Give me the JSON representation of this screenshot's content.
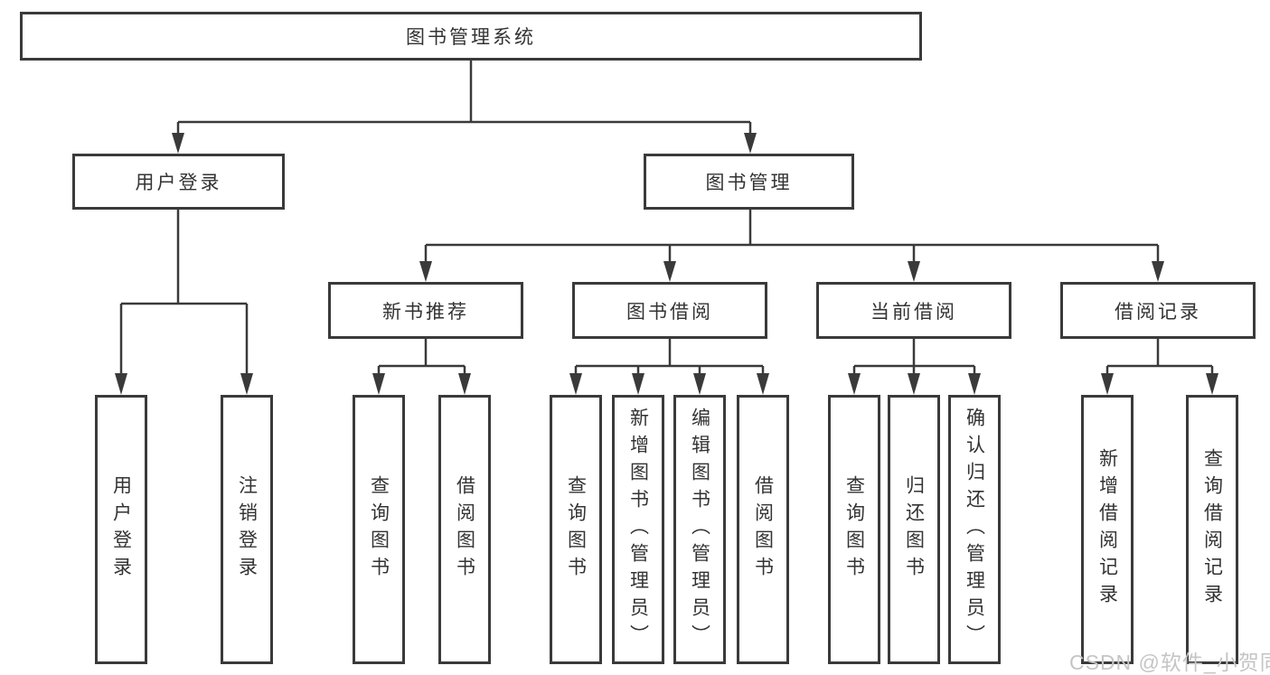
{
  "diagram": {
    "root": {
      "label": "图书管理系统"
    },
    "level2": [
      {
        "label": "用户登录"
      },
      {
        "label": "图书管理"
      }
    ],
    "login_children": [
      {
        "label": "用户登录"
      },
      {
        "label": "注销登录"
      }
    ],
    "level3": [
      {
        "label": "新书推荐"
      },
      {
        "label": "图书借阅"
      },
      {
        "label": "当前借阅"
      },
      {
        "label": "借阅记录"
      }
    ],
    "new_book_children": [
      {
        "label": "查询图书"
      },
      {
        "label": "借阅图书"
      }
    ],
    "borrow_children": [
      {
        "label": "查询图书"
      },
      {
        "label": "新增图书（管理员）"
      },
      {
        "label": "编辑图书（管理员）"
      },
      {
        "label": "借阅图书"
      }
    ],
    "current_children": [
      {
        "label": "查询图书"
      },
      {
        "label": "归还图书"
      },
      {
        "label": "确认归还（管理员）"
      }
    ],
    "record_children": [
      {
        "label": "新增借阅记录"
      },
      {
        "label": "查询借阅记录"
      }
    ]
  },
  "watermark": {
    "text": "CSDN @软件_小贺同学"
  },
  "colors": {
    "line": "#3a3a3a",
    "text": "#333333",
    "box_background": "#ffffff",
    "watermark": "#c5c5c5",
    "background": "#ffffff"
  }
}
